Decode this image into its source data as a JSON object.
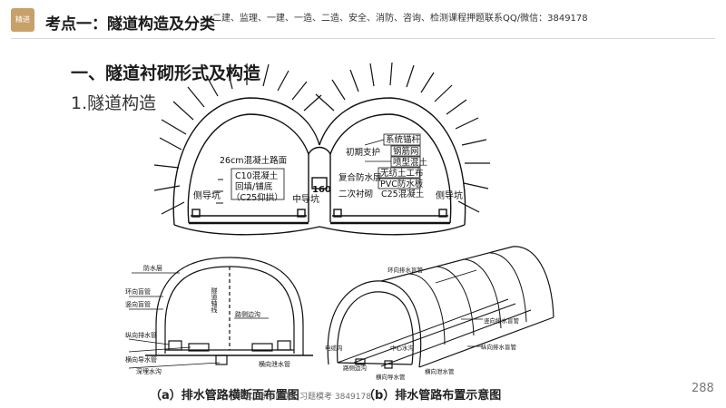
{
  "header": {
    "logo_text": "精进",
    "title": "考点一：隧道构造及分类",
    "watermark": "二建、监理、一建、一造、二造、安全、消防、咨询、检测课程押题联系QQ/微信：3849178"
  },
  "content": {
    "heading1": "一、隧道衬砌形式及构造",
    "heading2": "1.隧道构造"
  },
  "diagram_top": {
    "left_labels": [
      "26cm混凝土路面",
      "C10混凝土",
      "回填/铺底",
      "（C25仰拱）",
      "侧导坑"
    ],
    "center_labels": [
      "中导坑",
      "160"
    ],
    "right_labels": [
      "系统锚杆",
      "钢筋网",
      "喷型混土",
      "无纺土工布",
      "PVC防水板",
      "C25混凝土",
      "初期支护",
      "复合防水层",
      "二次衬砌",
      "侧导坑"
    ]
  },
  "diagram_a": {
    "labels": [
      "防水层",
      "隧道轴线",
      "环向盲管",
      "竖向盲管",
      "路侧边沟",
      "纵向排水管",
      "横向导水管",
      "横向泄水管",
      "深埋水沟"
    ],
    "caption": "（a）排水管路横断面布置图"
  },
  "diagram_b": {
    "labels": [
      "环向排水盲管",
      "竖向排水盲管",
      "纵向排水盲管",
      "电缆沟",
      "中心水沟",
      "路侧边沟",
      "横向导水管",
      "横向泄水管"
    ],
    "caption": "（b）排水管路布置示意图"
  },
  "footer": {
    "watermark": "押题、考点串讲、习题模考  3849178",
    "page_number": "288"
  }
}
